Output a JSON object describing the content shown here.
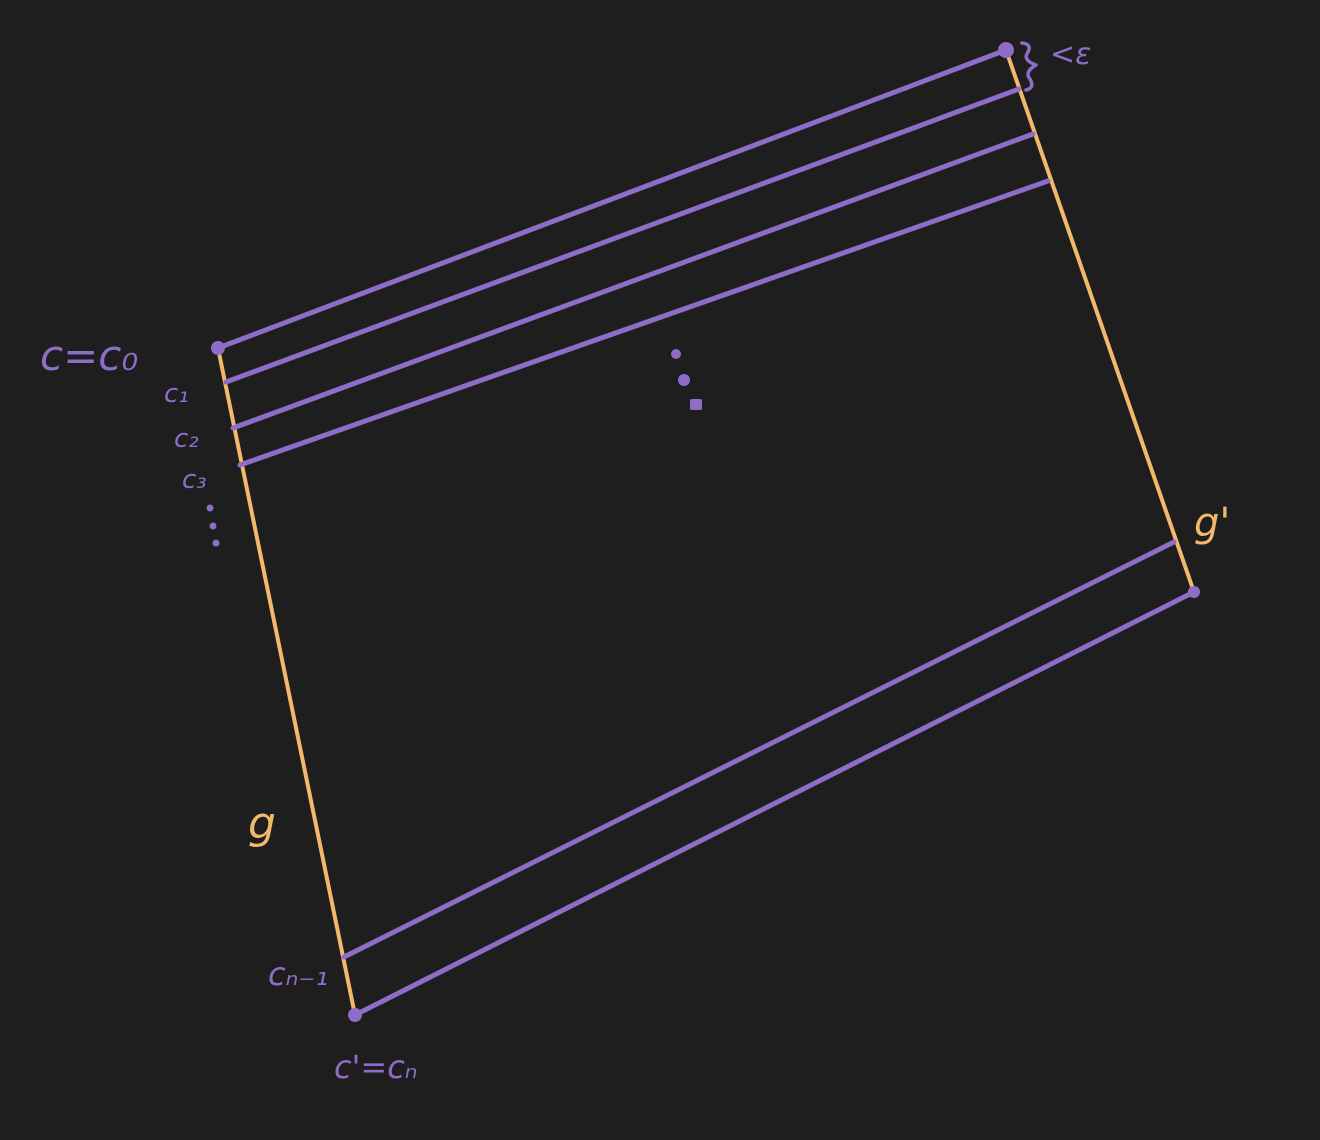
{
  "colors": {
    "background": "#1e1e1e",
    "curve": "#8e6cc8",
    "path": "#f2b86c",
    "label": "#8e6cc8",
    "path_label": "#f2b86c"
  },
  "labels": {
    "c_start": "c=c₀",
    "c1": "c₁",
    "c2": "c₂",
    "c3": "c₃",
    "c_nm1": "cₙ₋₁",
    "c_end": "c'=cₙ",
    "g": "g",
    "g_prime": "g'",
    "epsilon": "<ε"
  }
}
